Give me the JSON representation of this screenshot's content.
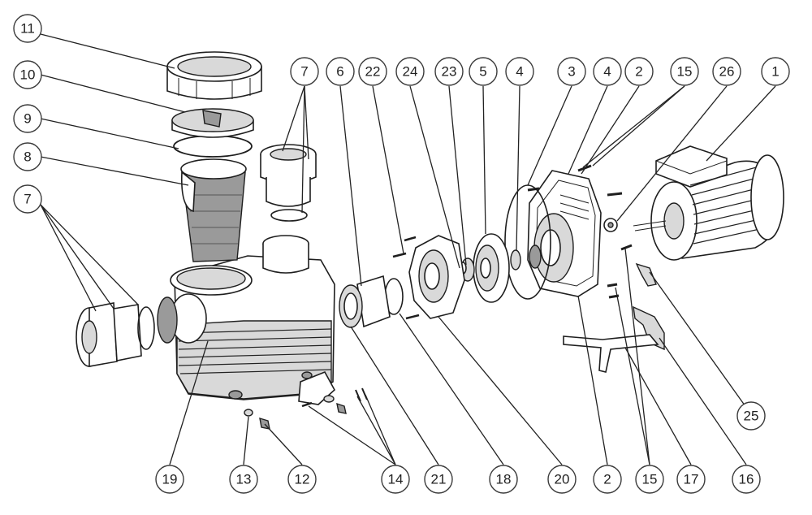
{
  "callouts": [
    {
      "id": "c11-top",
      "label": "11"
    },
    {
      "id": "c10",
      "label": "10"
    },
    {
      "id": "c9",
      "label": "9"
    },
    {
      "id": "c8",
      "label": "8"
    },
    {
      "id": "c7-left",
      "label": "7"
    },
    {
      "id": "c7-top",
      "label": "7"
    },
    {
      "id": "c6",
      "label": "6"
    },
    {
      "id": "c22",
      "label": "22"
    },
    {
      "id": "c24",
      "label": "24"
    },
    {
      "id": "c23",
      "label": "23"
    },
    {
      "id": "c5",
      "label": "5"
    },
    {
      "id": "c4-a",
      "label": "4"
    },
    {
      "id": "c3",
      "label": "3"
    },
    {
      "id": "c4-b",
      "label": "4"
    },
    {
      "id": "c2-top",
      "label": "2"
    },
    {
      "id": "c15-top",
      "label": "15"
    },
    {
      "id": "c26",
      "label": "26"
    },
    {
      "id": "c1",
      "label": "1"
    },
    {
      "id": "c25",
      "label": "25"
    },
    {
      "id": "c19",
      "label": "19"
    },
    {
      "id": "c13",
      "label": "13"
    },
    {
      "id": "c12",
      "label": "12"
    },
    {
      "id": "c14",
      "label": "14"
    },
    {
      "id": "c21",
      "label": "21"
    },
    {
      "id": "c18",
      "label": "18"
    },
    {
      "id": "c20",
      "label": "20"
    },
    {
      "id": "c2-bottom",
      "label": "2"
    },
    {
      "id": "c15-bottom",
      "label": "15"
    },
    {
      "id": "c17",
      "label": "17"
    },
    {
      "id": "c16",
      "label": "16"
    }
  ]
}
